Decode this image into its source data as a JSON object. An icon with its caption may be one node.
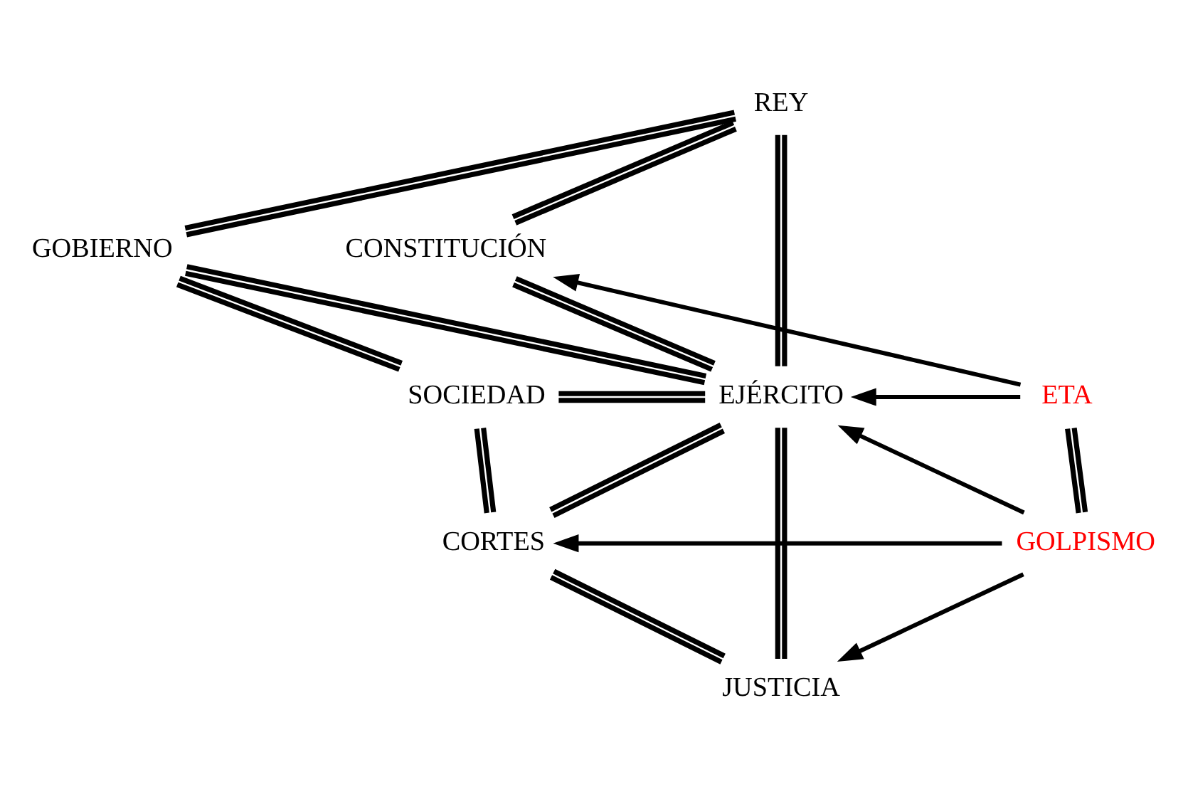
{
  "diagram": {
    "nodes": [
      {
        "text": [
          "REY"
        ]
      },
      {
        "text": [
          "GOBIERNO"
        ]
      },
      {
        "text": [
          "CONSTITUCIÓN"
        ]
      },
      {
        "text": [
          "SOCIEDAD"
        ]
      },
      {
        "text": [
          "EJÉRCITO"
        ]
      },
      {
        "text": [
          "ETA"
        ]
      },
      {
        "text": [
          "CORTES"
        ]
      },
      {
        "text": [
          "GOLPISMO"
        ]
      },
      {
        "text": [
          "JUSTICIA"
        ]
      }
    ],
    "edges": [
      {
        "from": 0,
        "to": 1,
        "arrow": "none"
      },
      {
        "from": 0,
        "to": 4,
        "arrow": "none"
      },
      {
        "from": 0,
        "to": 2,
        "arrow": "none"
      },
      {
        "from": 1,
        "to": 3,
        "arrow": "none"
      },
      {
        "from": 1,
        "to": 4,
        "arrow": "none"
      },
      {
        "from": 2,
        "to": 4,
        "arrow": "none"
      },
      {
        "from": 3,
        "to": 4,
        "arrow": "none"
      },
      {
        "from": 3,
        "to": 6,
        "arrow": "none"
      },
      {
        "from": 4,
        "to": 6,
        "arrow": "none"
      },
      {
        "from": 4,
        "to": 8,
        "arrow": "none"
      },
      {
        "from": 6,
        "to": 8,
        "arrow": "none"
      },
      {
        "from": 5,
        "to": 7,
        "arrow": "none"
      },
      {
        "from": 5,
        "to": 2,
        "arrow": "to"
      },
      {
        "from": 5,
        "to": 4,
        "arrow": "to"
      },
      {
        "from": 7,
        "to": 4,
        "arrow": "to"
      },
      {
        "from": 7,
        "to": 6,
        "arrow": "to"
      },
      {
        "from": 7,
        "to": 8,
        "arrow": "to"
      }
    ]
  }
}
